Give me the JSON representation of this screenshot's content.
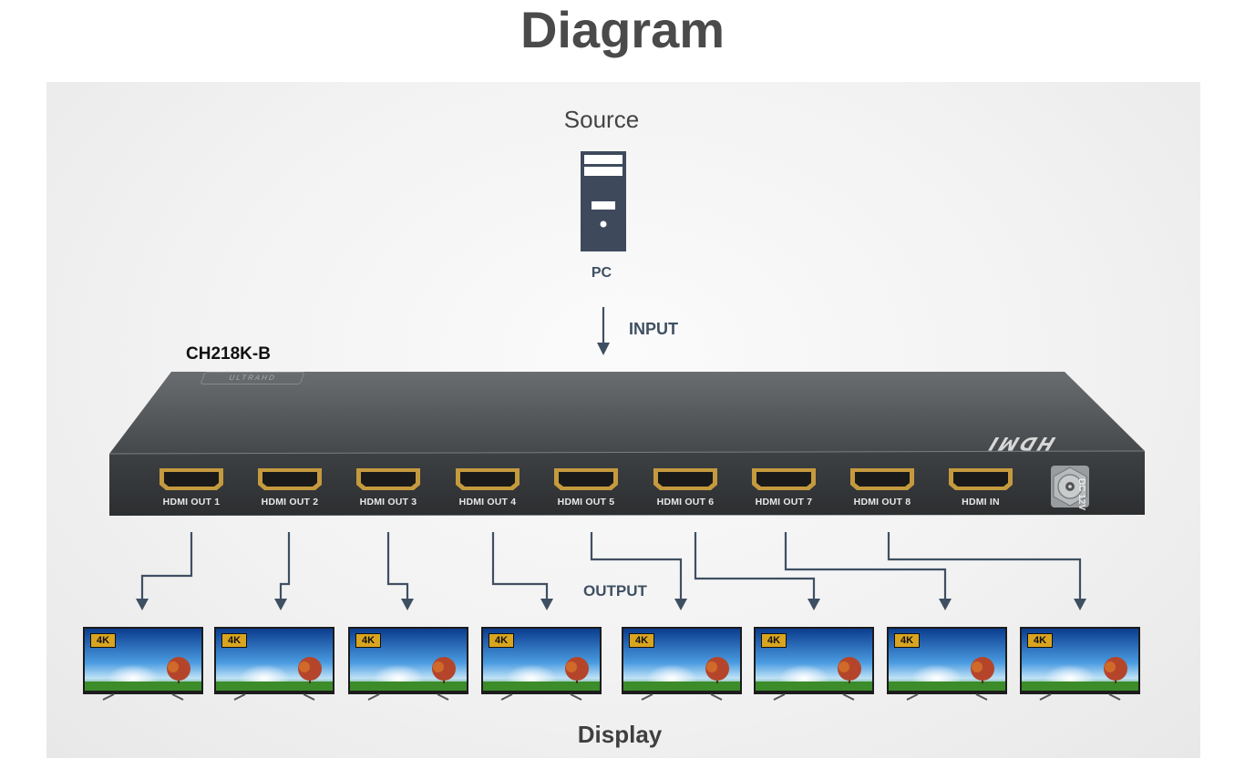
{
  "title": "Diagram",
  "source_label": "Source",
  "pc_label": "PC",
  "input_label": "INPUT",
  "model_label": "CH218K-B",
  "output_label": "OUTPUT",
  "display_label": "Display",
  "brand_strip": "ULTRAHD",
  "hdmi_logo": "HDMI",
  "dc_label": "DC 12V",
  "ports": [
    "HDMI OUT 1",
    "HDMI OUT 2",
    "HDMI OUT 3",
    "HDMI OUT 4",
    "HDMI OUT 5",
    "HDMI OUT 6",
    "HDMI OUT 7",
    "HDMI OUT 8",
    "HDMI IN"
  ],
  "display_badge": "4K",
  "colors": {
    "arrow": "#3f4f62",
    "device_body": "#3a3d40",
    "device_top": "#55585b",
    "port_gold": "#c59a3e"
  }
}
